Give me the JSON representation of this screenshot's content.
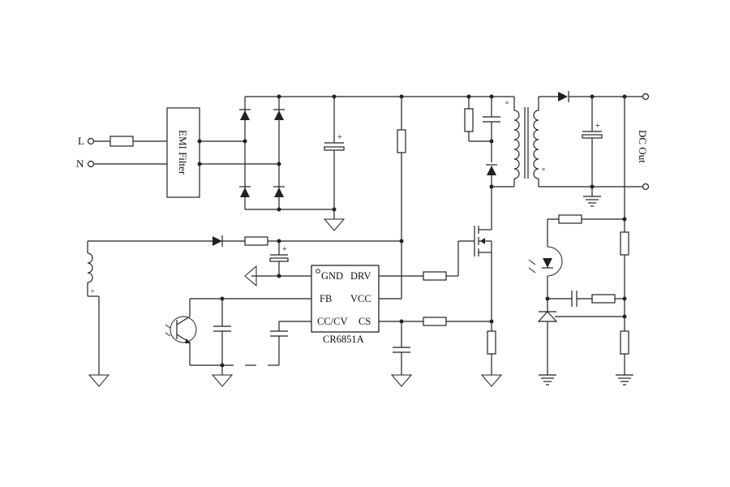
{
  "inputs": {
    "line": "L",
    "neutral": "N"
  },
  "emi_filter": {
    "label": "EMI Filter"
  },
  "output": {
    "label": "DC Out"
  },
  "controller": {
    "part_number": "CR6851A",
    "pins": {
      "gnd": "GND",
      "drv": "DRV",
      "fb": "FB",
      "vcc": "VCC",
      "ccv": "CC/CV",
      "cs": "CS"
    }
  },
  "marks": {
    "plus": "+",
    "dot": "°"
  }
}
